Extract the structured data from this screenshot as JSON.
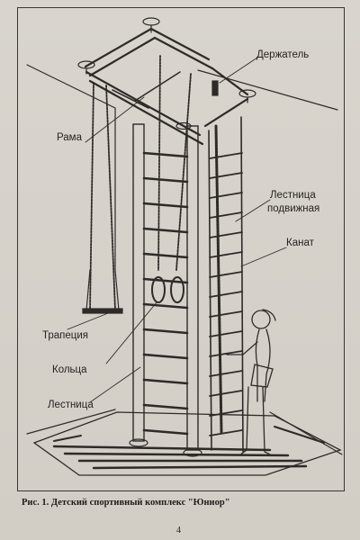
{
  "figure": {
    "labels": {
      "holder": "Держатель",
      "frame": "Рама",
      "movable_ladder_line1": "Лестница",
      "movable_ladder_line2": "подвижная",
      "rope": "Канат",
      "trapeze": "Трапеция",
      "rings": "Кольца",
      "ladder": "Лестница"
    },
    "caption": "Рис. 1. Детский спортивный комплекс \"Юниор\"",
    "page_number": "4"
  }
}
